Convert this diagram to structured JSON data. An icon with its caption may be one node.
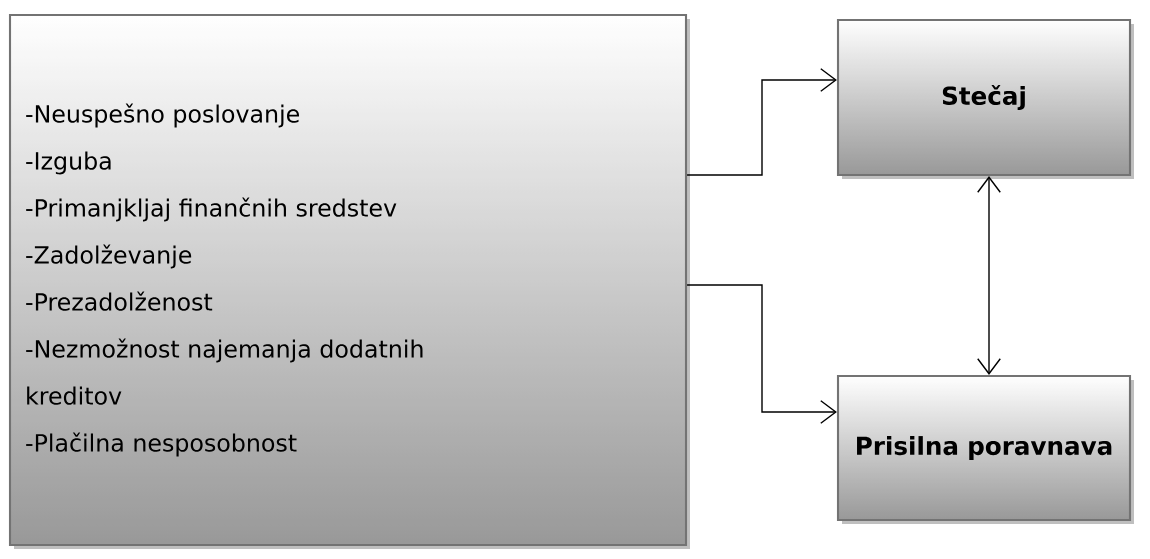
{
  "diagram": {
    "nodes": [
      {
        "text": [
          "-Neuspešno poslovanje",
          "-Izguba",
          "-Primanjkljaj finančnih sredstev",
          "-Zadolževanje",
          "-Prezadolženost",
          "-Nezmožnost najemanja dodatnih kreditov",
          "-Plačilna nesposobnost"
        ]
      },
      {
        "text": [
          "Stečaj"
        ]
      },
      {
        "text": [
          "Prisilna poravnava"
        ]
      }
    ],
    "edges": [
      {
        "from": 0,
        "to": 1,
        "arrow": "to"
      },
      {
        "from": 0,
        "to": 2,
        "arrow": "to"
      },
      {
        "from": 1,
        "to": 2,
        "arrow": "both"
      }
    ]
  }
}
